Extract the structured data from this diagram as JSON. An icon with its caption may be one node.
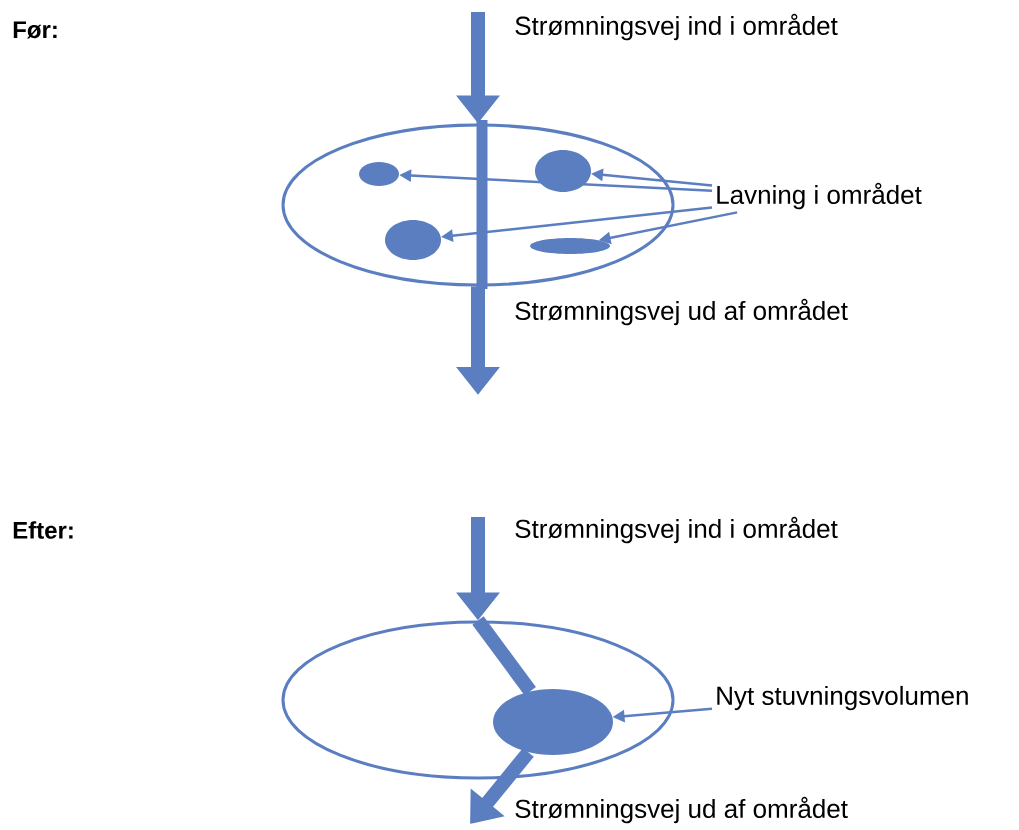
{
  "diagram": {
    "nodes": [
      {
        "text": [],
        "shape": "ellipse"
      },
      {
        "text": [],
        "shape": "ellipse",
        "in": 0
      },
      {
        "text": [],
        "shape": "ellipse",
        "in": 0
      },
      {
        "text": [],
        "shape": "ellipse",
        "in": 0
      },
      {
        "text": [],
        "shape": "ellipse",
        "in": 0
      },
      {
        "text": [
          "Lavning i området"
        ]
      },
      {
        "text": [],
        "shape": "ellipse"
      },
      {
        "text": [],
        "shape": "ellipse",
        "in": 6
      },
      {
        "text": [
          "Nyt stuvningsvolumen"
        ]
      }
    ],
    "edges": [
      {
        "from": null,
        "to": 0,
        "arrow": "to",
        "style": "thick",
        "label": "Strømningsvej ind i området"
      },
      {
        "from": 0,
        "to": null,
        "arrow": "to",
        "style": "thick",
        "label": "Strømningsvej ud af området"
      },
      {
        "from": 5,
        "to": 1,
        "arrow": "to"
      },
      {
        "from": 5,
        "to": 2,
        "arrow": "to"
      },
      {
        "from": 5,
        "to": 3,
        "arrow": "to"
      },
      {
        "from": 5,
        "to": 4,
        "arrow": "to"
      },
      {
        "from": null,
        "to": 6,
        "arrow": "to",
        "style": "thick",
        "label": "Strømningsvej ind i området"
      },
      {
        "from": 7,
        "to": null,
        "arrow": "to",
        "style": "thick",
        "label": "Strømningsvej ud af området"
      },
      {
        "from": 8,
        "to": 7,
        "arrow": "to"
      },
      {
        "from": 6,
        "to": 7,
        "arrow": "none",
        "style": "thick"
      }
    ],
    "labels": [
      "Før:",
      "Efter:"
    ]
  }
}
